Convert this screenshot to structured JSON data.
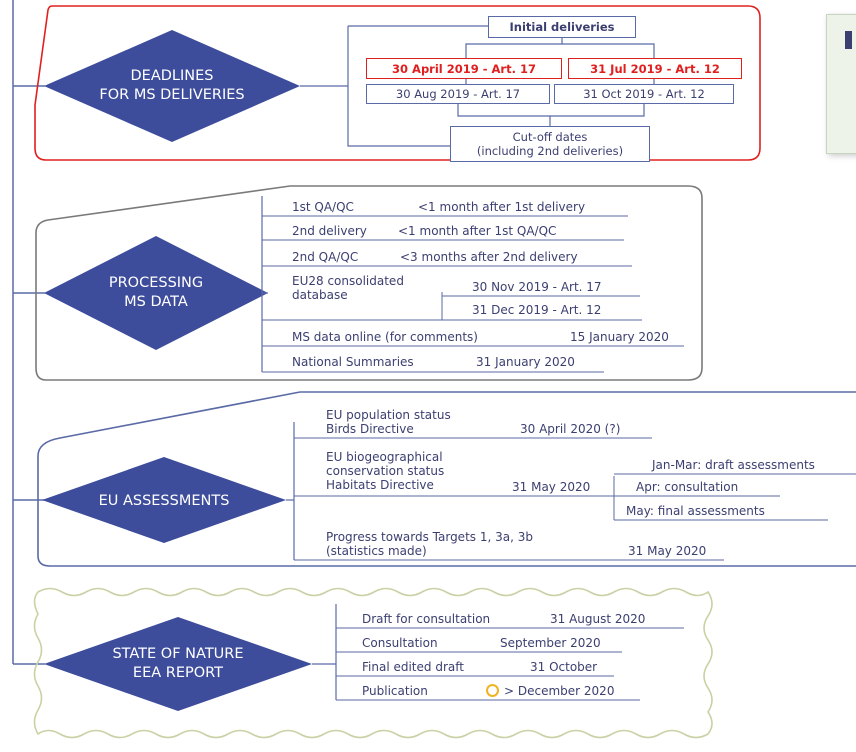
{
  "sections": {
    "deadlines": {
      "title": "DEADLINES\nFOR MS DELIVERIES",
      "initial": "Initial deliveries",
      "art17_initial": "30 April 2019 - Art. 17",
      "art12_initial": "31 Jul 2019 - Art. 12",
      "art17_cutoff": "30 Aug 2019 - Art. 17",
      "art12_cutoff": "31 Oct 2019 - Art. 12",
      "cutoff": "Cut-off dates\n(including 2nd deliveries)"
    },
    "processing": {
      "title": "PROCESSING\nMS DATA",
      "qa1_label": "1st QA/QC",
      "qa1_value": "<1 month after 1st delivery",
      "delivery2_label": "2nd delivery",
      "delivery2_value": "<1 month after 1st QA/QC",
      "qa2_label": "2nd QA/QC",
      "qa2_value": "<3 months after 2nd delivery",
      "eu28_label": "EU28 consolidated\ndatabase",
      "eu28_art17": "30 Nov 2019 - Art. 17",
      "eu28_art12": "31 Dec 2019 - Art. 12",
      "online_label": "MS data online (for comments)",
      "online_value": "15 January 2020",
      "summaries_label": "National Summaries",
      "summaries_value": "31 January 2020"
    },
    "assessments": {
      "title": "EU ASSESSMENTS",
      "birds_label": "EU population status\nBirds Directive",
      "birds_value": "30 April 2020 (?)",
      "habitats_label": "EU biogeographical\nconservation status\nHabitats Directive",
      "habitats_value": "31 May 2020",
      "sub1": "Jan-Mar: draft assessments",
      "sub2": "Apr: consultation",
      "sub3": "May: final assessments",
      "targets_label": "Progress towards Targets 1, 3a, 3b\n(statistics made)",
      "targets_value": "31 May 2020"
    },
    "report": {
      "title": "STATE OF NATURE\nEEA REPORT",
      "draft_label": "Draft for consultation",
      "draft_value": "31 August 2020",
      "consult_label": "Consultation",
      "consult_value": "September 2020",
      "final_label": "Final edited draft",
      "final_value": "31 October",
      "pub_label": "Publication",
      "pub_value": "> December 2020"
    }
  },
  "colors": {
    "diamond": "#3d4c9b",
    "line": "#5a6aa6",
    "red_frame": "#e0201f",
    "grey_frame": "#7a7a7a",
    "green_frame": "#c9d2a4"
  }
}
